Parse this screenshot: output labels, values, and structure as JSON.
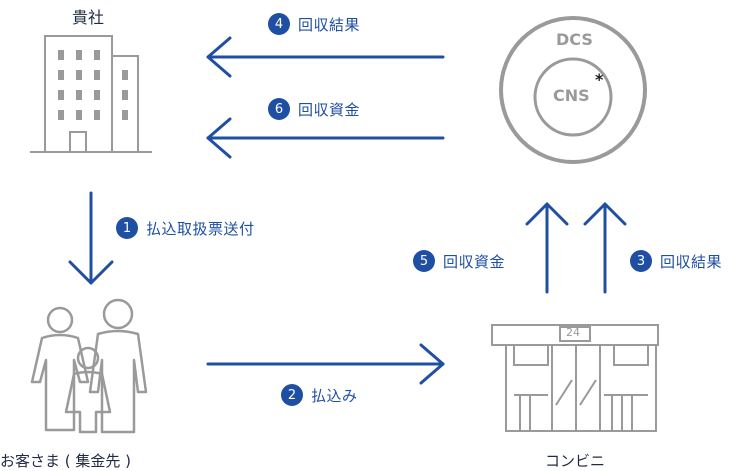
{
  "nodes": {
    "company": "貴社",
    "customer": "お客さま ( 集金先 )",
    "store": "コンビニ",
    "dcs": "DCS",
    "cns": "CNS",
    "cns_mark": "*",
    "store_sign": "24"
  },
  "steps": [
    {
      "num": "1",
      "label": "払込取扱票送付"
    },
    {
      "num": "2",
      "label": "払込み"
    },
    {
      "num": "3",
      "label": "回収結果"
    },
    {
      "num": "4",
      "label": "回収結果"
    },
    {
      "num": "5",
      "label": "回収資金"
    },
    {
      "num": "6",
      "label": "回収資金"
    }
  ],
  "colors": {
    "accent": "#1f4fa3",
    "icon": "#9a9a9a"
  }
}
